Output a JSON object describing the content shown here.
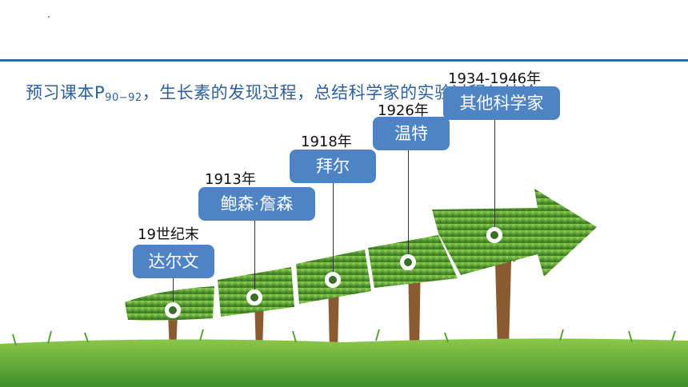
{
  "heading": {
    "pre": "预习课本P",
    "sub": "90−92",
    "post": "，生长素的发现过程，总结科学家的实验过程与结论。"
  },
  "timeline": [
    {
      "year": "19世纪末",
      "name": "达尔文"
    },
    {
      "year": "1913年",
      "name": "鲍森·詹森"
    },
    {
      "year": "1918年",
      "name": "拜尔"
    },
    {
      "year": "1926年",
      "name": "温特"
    },
    {
      "year": "1934-1946年",
      "name": "其他科学家"
    }
  ],
  "colors": {
    "accent": "#4f84c4",
    "line": "#2e6da4",
    "grass": "#5fa83a"
  }
}
